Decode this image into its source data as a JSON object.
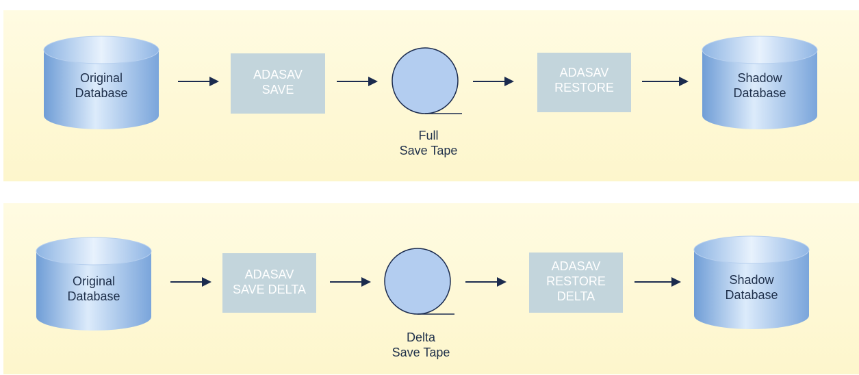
{
  "colors": {
    "panel_background": "#fdf6cc",
    "process_box": "#c3d5dc",
    "process_text": "#ffffff",
    "database_blue": "#9fc1e8",
    "tape_fill": "#b3cdf0",
    "arrow": "#1b2b4e",
    "label_text": "#1e2f4a"
  },
  "full_flow": {
    "source_db": {
      "line1": "Original",
      "line2": "Database",
      "icon": "database-icon"
    },
    "save_step": {
      "line1": "ADASAV",
      "line2": "SAVE"
    },
    "tape": {
      "line1": "Full",
      "line2": "Save Tape",
      "icon": "tape-reel-icon"
    },
    "restore_step": {
      "line1": "ADASAV",
      "line2": "RESTORE"
    },
    "target_db": {
      "line1": "Shadow",
      "line2": "Database",
      "icon": "database-icon"
    }
  },
  "delta_flow": {
    "source_db": {
      "line1": "Original",
      "line2": "Database",
      "icon": "database-icon"
    },
    "save_step": {
      "line1": "ADASAV",
      "line2": "SAVE DELTA"
    },
    "tape": {
      "line1": "Delta",
      "line2": "Save Tape",
      "icon": "tape-reel-icon"
    },
    "restore_step": {
      "line1": "ADASAV",
      "line2": "RESTORE",
      "line3": "DELTA"
    },
    "target_db": {
      "line1": "Shadow",
      "line2": "Database",
      "icon": "database-icon"
    }
  }
}
